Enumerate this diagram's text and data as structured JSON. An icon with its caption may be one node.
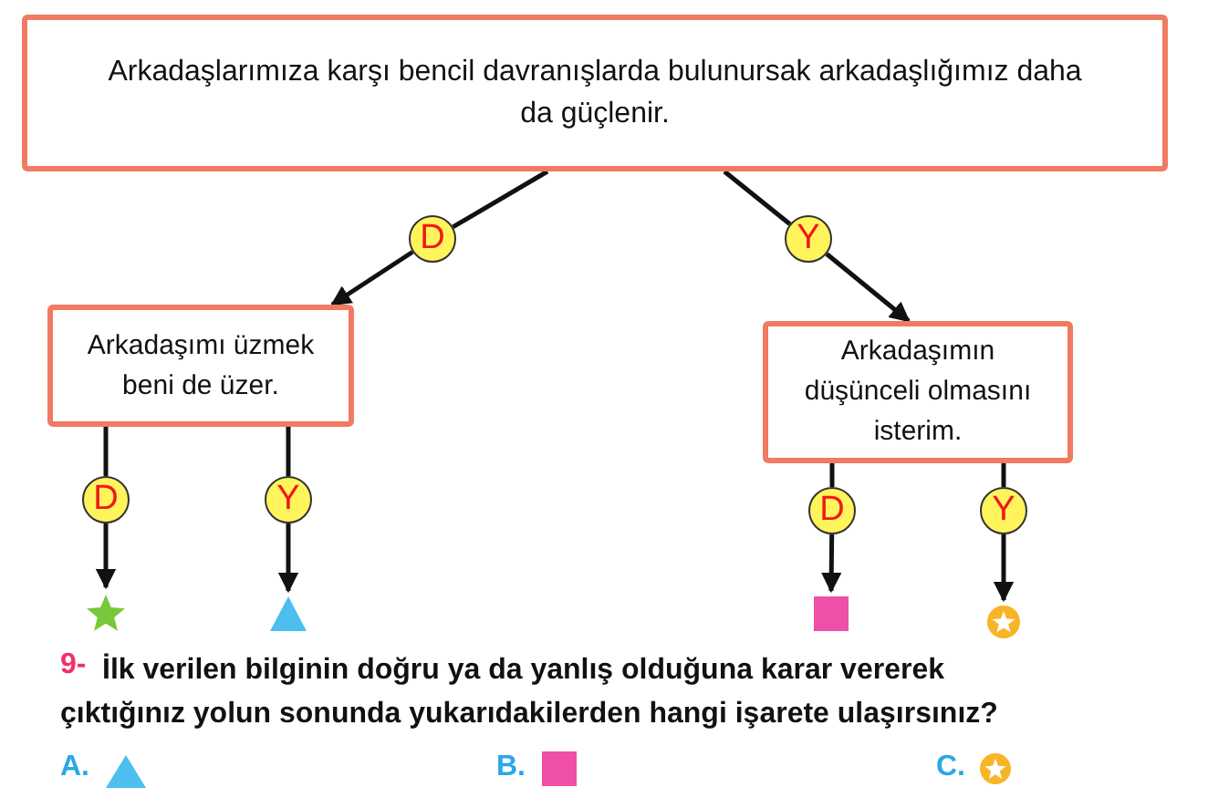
{
  "diagram": {
    "nodes": [
      {
        "text": [
          "Arkadaşlarımıza karşı bencil davranışlarda bulunursak arkadaşlığımız daha da güçlenir."
        ]
      },
      {
        "text": [
          "D"
        ]
      },
      {
        "text": [
          "Y"
        ]
      },
      {
        "text": [
          "Arkadaşımı üzmek beni de üzer."
        ]
      },
      {
        "text": [
          "Arkadaşımın düşünceli olmasını isterim."
        ]
      },
      {
        "text": [
          "D"
        ]
      },
      {
        "text": [
          "Y"
        ]
      },
      {
        "text": [
          "D"
        ]
      },
      {
        "text": [
          "Y"
        ]
      },
      {
        "text": [],
        "shape": "star"
      },
      {
        "text": [],
        "shape": "triangle"
      },
      {
        "text": [],
        "shape": "square"
      },
      {
        "text": [],
        "shape": "circle"
      }
    ],
    "edges": [
      {
        "from": 0,
        "to": 1,
        "arrow": "none"
      },
      {
        "from": 1,
        "to": 3,
        "arrow": "to"
      },
      {
        "from": 0,
        "to": 2,
        "arrow": "none"
      },
      {
        "from": 2,
        "to": 4,
        "arrow": "to"
      },
      {
        "from": 3,
        "to": 5,
        "arrow": "none"
      },
      {
        "from": 5,
        "to": 9,
        "arrow": "to"
      },
      {
        "from": 3,
        "to": 6,
        "arrow": "none"
      },
      {
        "from": 6,
        "to": 10,
        "arrow": "to"
      },
      {
        "from": 4,
        "to": 7,
        "arrow": "none"
      },
      {
        "from": 7,
        "to": 11,
        "arrow": "to"
      },
      {
        "from": 4,
        "to": 8,
        "arrow": "none"
      },
      {
        "from": 8,
        "to": 12,
        "arrow": "to"
      }
    ],
    "labels": [
      "9-",
      "İlk verilen bilginin doğru ya da yanlış olduğuna karar vererek çıktığınız yolun sonunda yukarıdakilerden hangi işarete ulaşırsınız?",
      "A.",
      "B.",
      "C."
    ]
  }
}
